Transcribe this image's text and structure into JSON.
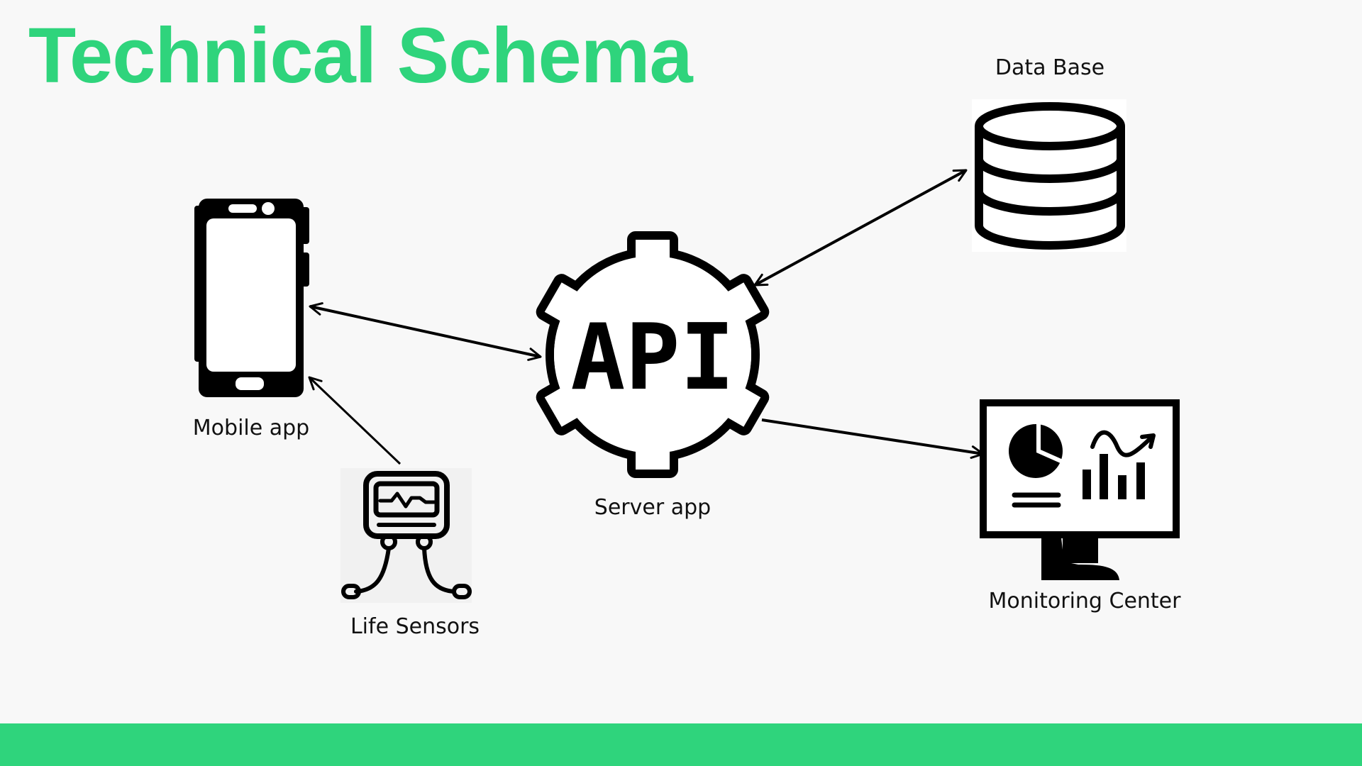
{
  "title": "Technical Schema",
  "colors": {
    "accent": "#2fd47c",
    "ink": "#000000",
    "background": "#f8f8f8"
  },
  "nodes": {
    "mobile": {
      "label": "Mobile app",
      "icon": "smartphone-icon"
    },
    "sensors": {
      "label": "Life Sensors",
      "icon": "sensor-monitor-icon"
    },
    "server": {
      "label": "Server app",
      "icon": "api-gear-icon",
      "icon_text": "API"
    },
    "database": {
      "label": "Data Base",
      "icon": "database-icon"
    },
    "monitoring": {
      "label": "Monitoring Center",
      "icon": "dashboard-monitor-icon"
    }
  }
}
